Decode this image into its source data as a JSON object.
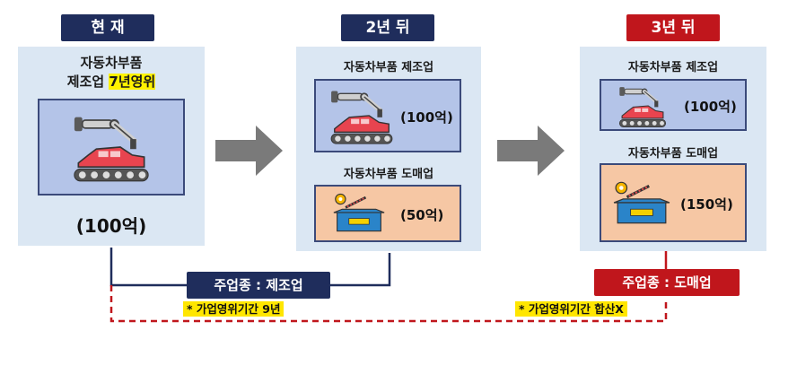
{
  "stages": [
    {
      "tag": "현 재",
      "title_line1": "자동차부품",
      "title_line2_prefix": "제조업 ",
      "title_line2_highlight": "7년영위",
      "amount": "(100억)"
    },
    {
      "tag": "2년 뒤",
      "sub1_title": "자동차부품 제조업",
      "sub1_amount": "(100억)",
      "sub2_title": "자동차부품 도매업",
      "sub2_amount": "(50억)"
    },
    {
      "tag": "3년 뒤",
      "sub1_title": "자동차부품 제조업",
      "sub1_amount": "(100억)",
      "sub2_title": "자동차부품 도매업",
      "sub2_amount": "(150억)"
    }
  ],
  "main_industry_1": "주업종 : 제조업",
  "main_industry_2": "주업종 : 도매업",
  "note_1": "* 가업영위기간 9년",
  "note_2": "* 가업영위기간 합산X",
  "colors": {
    "navy": "#1f2d5c",
    "red": "#c0161c",
    "panel": "#dbe7f3",
    "box_blue": "#b4c4e8",
    "box_peach": "#f6c7a4",
    "arrow": "#7a7a7a",
    "highlight": "#fff200"
  }
}
